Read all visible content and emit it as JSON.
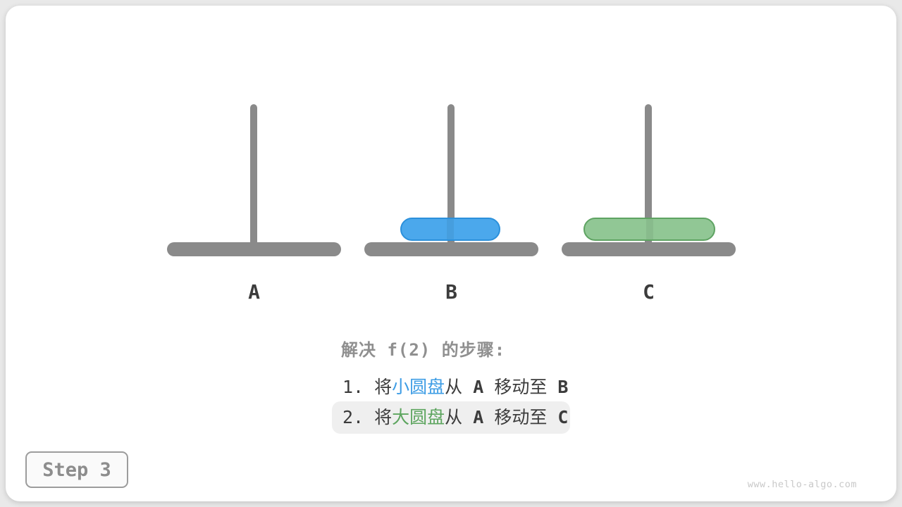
{
  "colors": {
    "page-bg": "#E9E9E9",
    "peg-gray": "#8A8A8A",
    "blue-fill": "#4BA8EC",
    "blue-border": "#2B90DB",
    "blue-text": "#3E9DE5",
    "green-fill": "#91C795",
    "green-border": "#5EA362",
    "green-text": "#5DA55F",
    "title-gray": "#8F8F8F",
    "text-dark": "#3C3C3C",
    "highlight-bg": "#EFEFEF",
    "badge-border": "#9C9C9C",
    "badge-text": "#8D8D8D",
    "watermark-gray": "#C9C9C9"
  },
  "hanoi": {
    "pegs": [
      {
        "label": "A"
      },
      {
        "label": "B"
      },
      {
        "label": "C"
      }
    ],
    "disks": [
      {
        "id": "small-disk",
        "size": "small",
        "on_peg": "B",
        "fill": "#4BA8EC",
        "border": "#2B90DB"
      },
      {
        "id": "large-disk",
        "size": "large",
        "on_peg": "C",
        "fill": "#91C795",
        "border": "#5EA362"
      }
    ]
  },
  "caption": {
    "title": "解决 f(2) 的步骤:",
    "steps": [
      {
        "lead": "1. 将",
        "disk": "小圆盘",
        "mid": "从 ",
        "from": "A",
        "move": " 移动至 ",
        "to": "B",
        "highlighted": false
      },
      {
        "lead": "2. 将",
        "disk": "大圆盘",
        "mid": "从 ",
        "from": "A",
        "move": " 移动至 ",
        "to": "C",
        "highlighted": true
      }
    ]
  },
  "footer": {
    "step_badge": "Step 3",
    "watermark": "www.hello-algo.com"
  }
}
